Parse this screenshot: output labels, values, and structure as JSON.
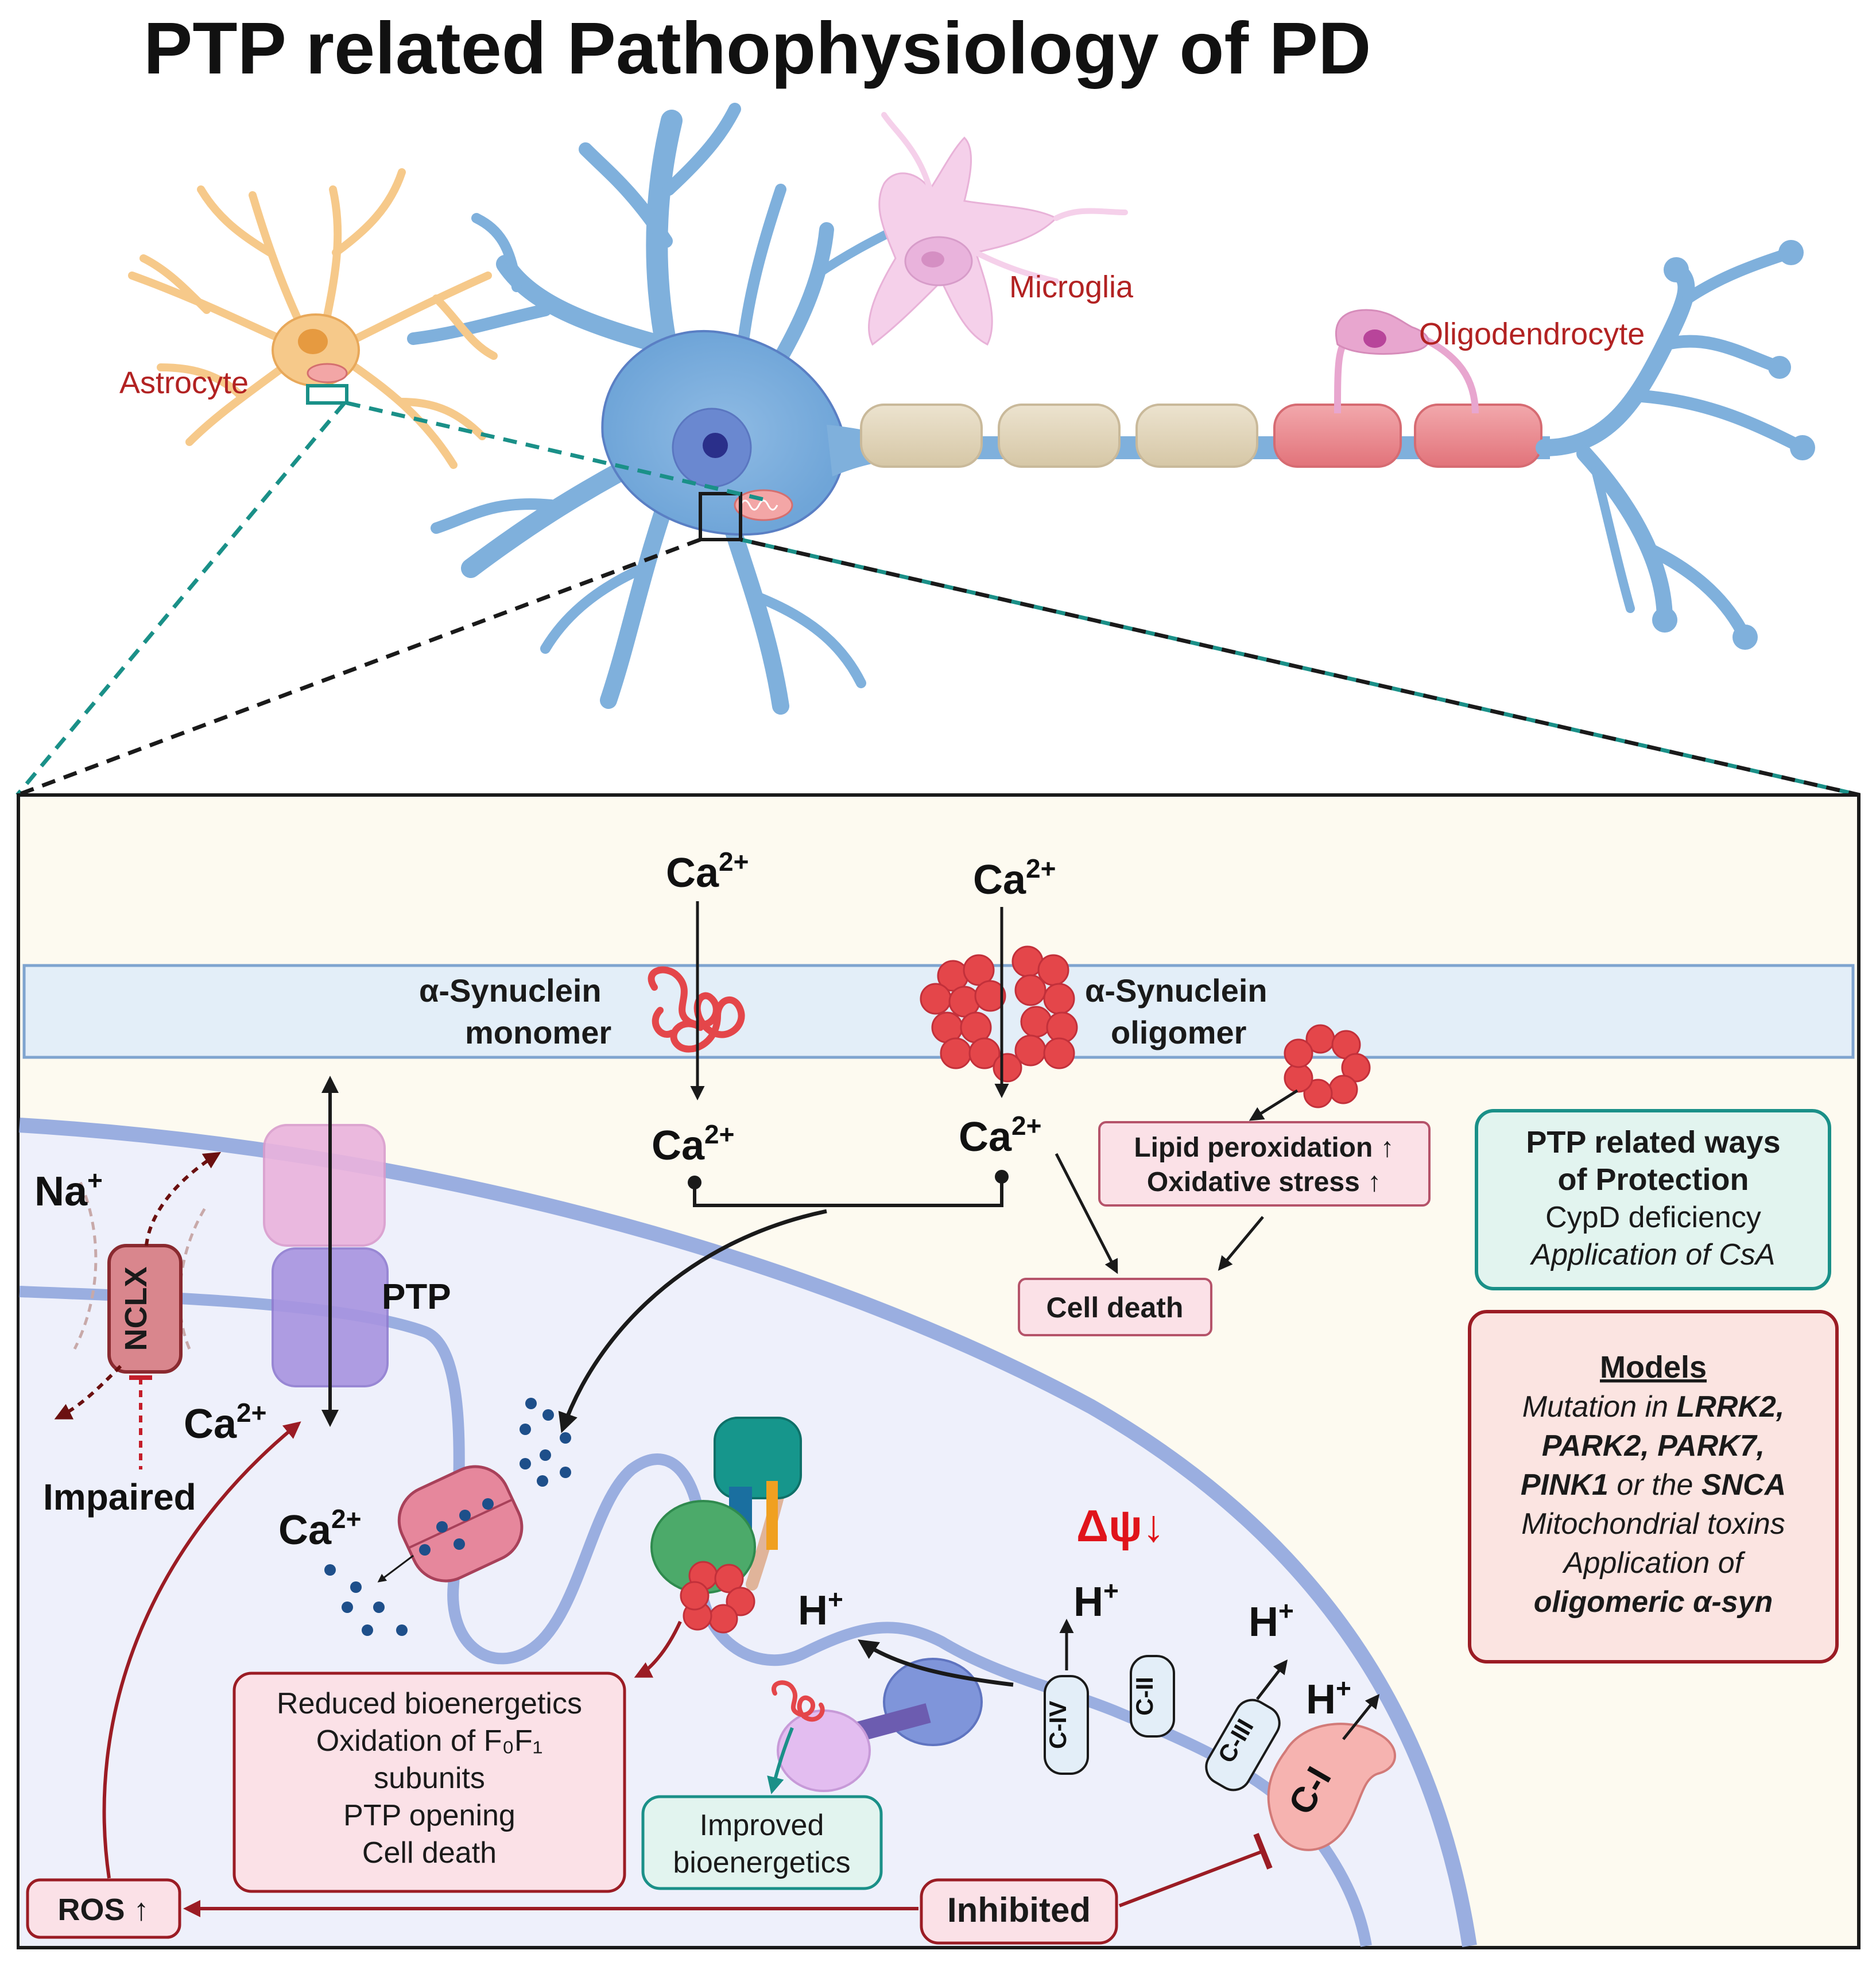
{
  "title": "PTP related Pathophysiology of PD",
  "cells": {
    "astrocyte": "Astrocyte",
    "microglia": "Microglia",
    "oligodendrocyte": "Oligodendrocyte"
  },
  "membrane": {
    "monomer_line1": "α-Synuclein",
    "monomer_line2": "monomer",
    "oligomer_line1": "α-Synuclein",
    "oligomer_line2": "oligomer"
  },
  "ions": {
    "ca": "Ca",
    "ca_charge": "2+",
    "na": "Na",
    "na_charge": "+",
    "h": "H",
    "h_charge": "+"
  },
  "stress_box": {
    "line1": "Lipid peroxidation ↑",
    "line2": "Oxidative stress ↑"
  },
  "cell_death": "Cell death",
  "protection_box": {
    "line1": "PTP related ways",
    "line2": "of Protection",
    "line3": "CypD deficiency",
    "line4": "Application of CsA"
  },
  "models_box": {
    "heading": "Models",
    "line1_prefix": "Mutation in ",
    "line1_bold": "LRRK2,",
    "line2": "PARK2, PARK7,",
    "line3_bold": "PINK1",
    "line3_mid": " or the ",
    "line3_bold2": "SNCA",
    "line4": "Mitochondrial toxins",
    "line5": "Application of",
    "line6": "oligomeric α-syn"
  },
  "nclx": "NCLX",
  "impaired": "Impaired",
  "ptp": "PTP",
  "delta_psi": "Δψ↓",
  "complexes": [
    "C-IV",
    "C-II",
    "C-III",
    "C-I"
  ],
  "reduced_box": {
    "line1": "Reduced bioenergetics",
    "line2": "Oxidation of F₀F₁",
    "line3": "subunits",
    "line4": "PTP opening",
    "line5": "Cell death"
  },
  "improved_box": {
    "line1": "Improved",
    "line2": "bioenergetics"
  },
  "ros": "ROS ↑",
  "inhibited": "Inhibited",
  "colors": {
    "neuron": "#7fb0dc",
    "neuron_stroke": "#5a7fc4",
    "astrocyte": "#f6c98a",
    "microglia": "#f3c6e6",
    "oligodendrocyte": "#e8a6cf",
    "panel_bg": "#fdfaf0",
    "mito_inner": "#eef0fb",
    "mito_membrane": "#9aaee0",
    "teal": "#1a9088",
    "dark_red": "#9b1c24",
    "red_alert": "#e0141b",
    "pink_box": "#fbe1e7",
    "teal_box": "#e2f4ef",
    "synuclein_red": "#e4464a"
  }
}
